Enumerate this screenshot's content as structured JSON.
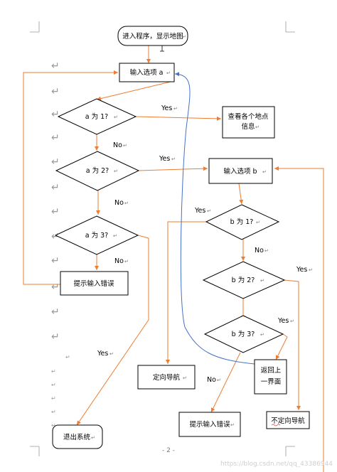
{
  "nodes": {
    "start": "进入程序，显示地图",
    "input_a": "输入选项 a",
    "a_is_1": "a 为 1?",
    "a_is_2": "a 为 2?",
    "a_is_3": "a 为 3?",
    "view_info_line1": "查看各个地点",
    "view_info_line2": "信息",
    "error_left": "提示输入错误",
    "exit": "退出系统",
    "input_b": "输入选项 b",
    "b_is_1": "b 为 1?",
    "b_is_2": "b 为 2?",
    "b_is_3": "b 为 3?",
    "fixed_nav": "定向导航",
    "back_line1": "返回上",
    "back_line2": "一界面",
    "error_right": "提示输入错误",
    "free_nav": "不定向导航"
  },
  "edge_labels": {
    "a1_yes": "Yes",
    "a1_no": "No",
    "a2_yes": "Yes",
    "a2_no": "No",
    "a3_no": "No",
    "a3_yes": "Yes",
    "b1_yes": "Yes",
    "b1_no": "No",
    "b2_yes": "Yes",
    "b3_yes": "Yes",
    "b3_no": "No"
  },
  "page": {
    "footer": "- 2 -",
    "watermark": "https://blog.csdn.net/qq_43386944",
    "paragraph_mark": "↵",
    "small_mark": "↵"
  },
  "colors": {
    "orange": "#ed7d31",
    "blue": "#4472c4",
    "box": "#000000"
  }
}
